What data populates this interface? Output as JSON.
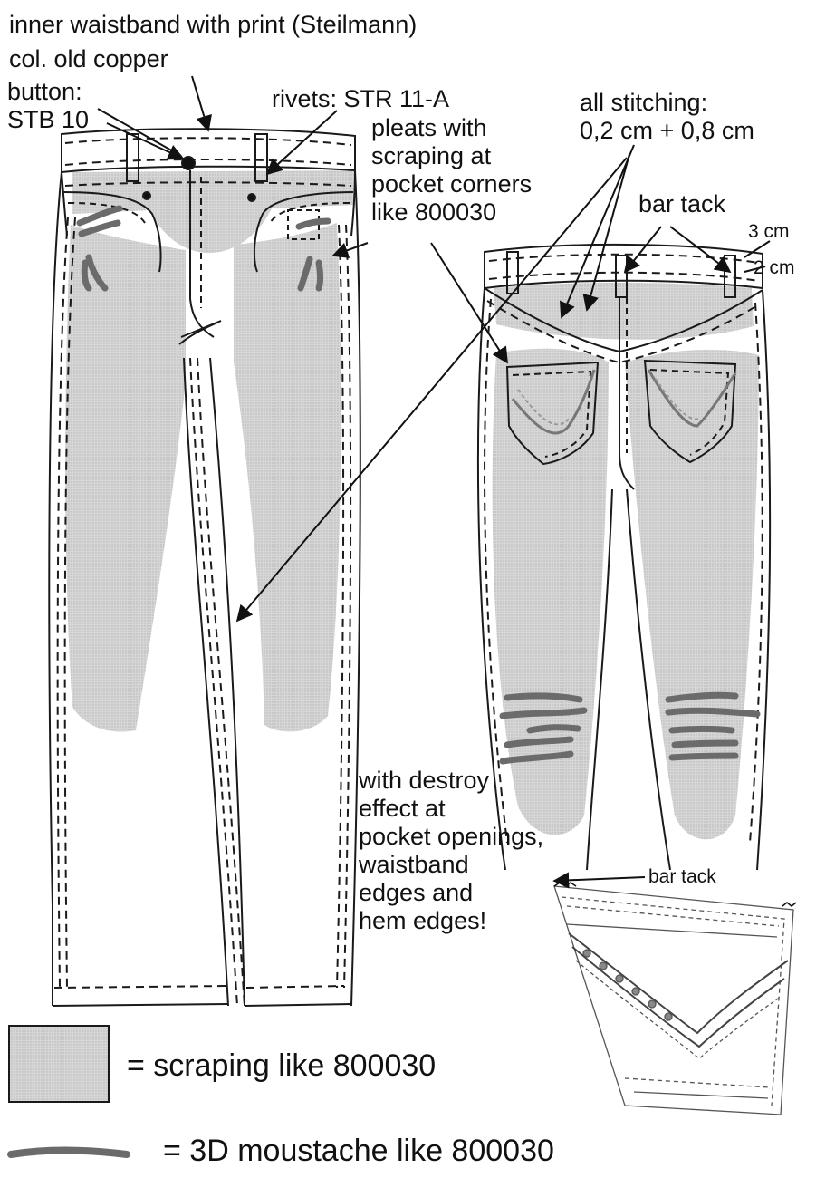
{
  "annotations": {
    "waistband_print": "inner waistband with print (Steilmann)",
    "color": "col. old copper",
    "button": "button:\nSTB 10",
    "rivets": "rivets: STR 11-A",
    "pleats": "pleats with\nscraping at\npocket corners\nlike 800030",
    "stitching": "all stitching:\n0,2 cm + 0,8 cm",
    "bar_tack_back": "bar tack",
    "dim_3cm": "3 cm",
    "dim_2cm": "2 cm",
    "destroy_effect": "with destroy\neffect at\npocket openings,\nwaistband\nedges and\nhem edges!",
    "bar_tack_pocket": "bar tack"
  },
  "legend": {
    "scraping": "= scraping like 800030",
    "moustache": "= 3D moustache like 800030"
  },
  "colors": {
    "line": "#1a1a1a",
    "scraping": "#cfcfcf",
    "moustache": "#6b6b6b"
  }
}
